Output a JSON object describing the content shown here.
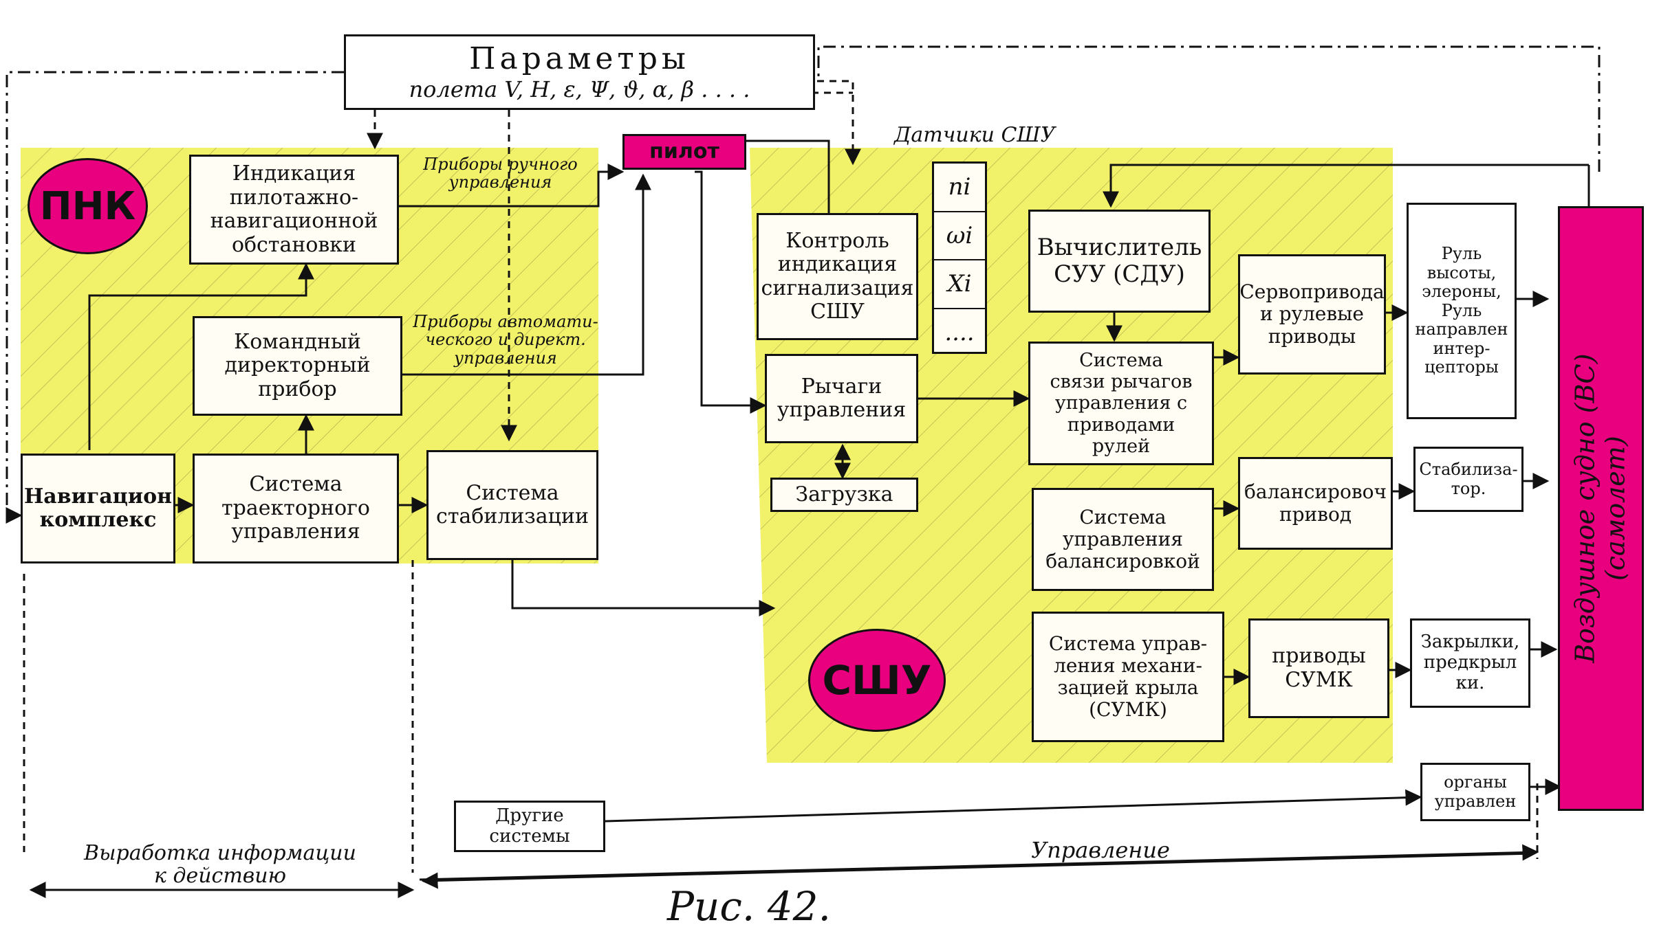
{
  "params_box": {
    "title": "Параметры",
    "subtitle": "полета V, H, ε, Ψ, ϑ, α, β . . . ."
  },
  "pilot": "пилот",
  "pnk_badge": "ПНК",
  "sshu_badge": "СШУ",
  "datchiki_label": "Датчики СШУ",
  "sensors": [
    "ni",
    "ωi",
    "Xi",
    "...."
  ],
  "pribory_ruchnogo": "Приборы ручного\nуправления",
  "pribory_avtomat": "Приборы автомати-\nческого и директ.\nуправления",
  "boxes": {
    "indikaciya": "Индикация\nпилотажно-\nнавигационной\nобстановки",
    "komandny": "Командный\nдиректорный\nприбор",
    "navig": "Навигацион\nкомплекс",
    "traekt": "Система\nтраекторного\nуправления",
    "stabiliz": "Система\nстабилизации",
    "kontrol": "Контроль\nиндикация\nсигнализация\nСШУ",
    "rychagi": "Рычаги\nуправления",
    "zagruzka": "Загрузка",
    "vychislitel": "Вычислитель\nСУУ (СДУ)",
    "svyaz": "Система\nсвязи рычагов\nуправления с\nприводами\nрулей",
    "balans_sys": "Система\nуправления\nбалансировкой",
    "sumk": "Система управ-\nления механи-\nзацией крыла\n(СУМК)",
    "servo": "Сервопривода\nи рулевые\nприводы",
    "balans_priv": "балансировоч\nпривод",
    "privody_sumk": "приводы\nСУМК",
    "ruli": "Руль\nвысоты,\nэлероны,\nРуль\nнаправлен\nинтер-\nцепторы",
    "stabilizator": "Стабилиза-\nтор.",
    "zakrylki": "Закрылки,\nпредкрыл\nки.",
    "organy": "органы\nуправлен",
    "drugie": "Другие\nсистемы"
  },
  "aircraft": "Воздушное судно (ВС)\n(самолет)",
  "bottom_left": "Выработка информации\nк действию",
  "bottom_right": "Управление",
  "figure": "Рис. 42."
}
